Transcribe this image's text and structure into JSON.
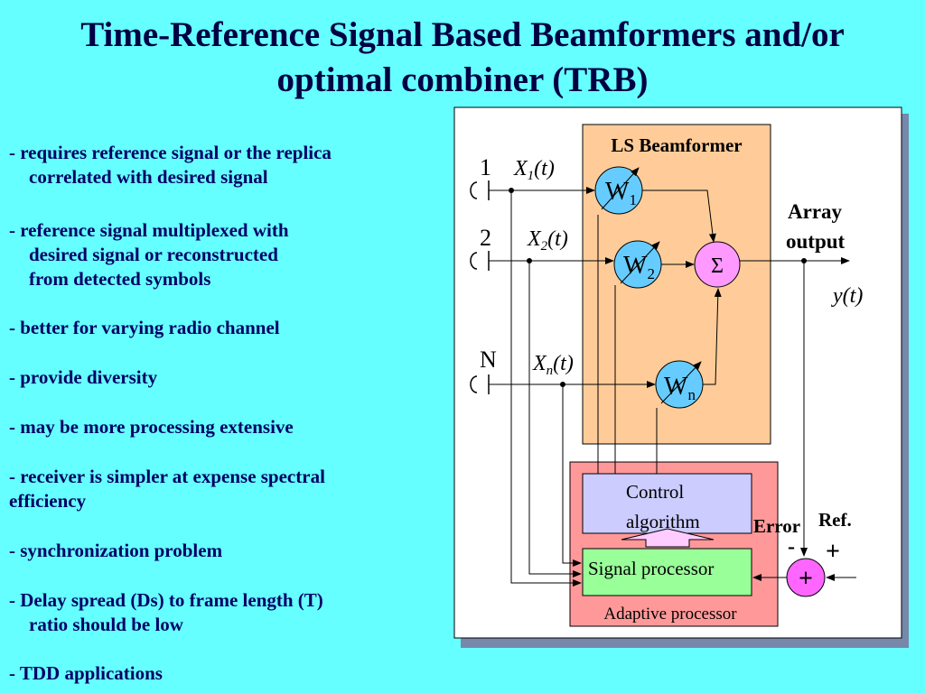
{
  "slide": {
    "title_line1": "Time-Reference Signal Based Beamformers and/or",
    "title_line2": "optimal combiner (TRB)",
    "bullets": [
      {
        "line1": " - requires reference signal or the replica",
        "line2": "   correlated with desired signal"
      },
      {
        "line1": " - reference signal multiplexed with",
        "line2": "   desired signal  or reconstructed",
        "line3": "   from detected symbols"
      },
      {
        "line1": " - better for varying radio channel"
      },
      {
        "line1": " - provide diversity"
      },
      {
        "line1": " - may be more processing extensive"
      },
      {
        "line1": " - receiver is simpler at expense spectral",
        "line2": "efficiency"
      },
      {
        "line1": " - synchronization problem"
      },
      {
        "line1": "- Delay spread (Ds) to frame length (T)",
        "line2": "   ratio  should be low"
      },
      {
        "line1": "- TDD applications"
      }
    ]
  },
  "diagram": {
    "ls_beamformer_label": "LS Beamformer",
    "antenna_labels": [
      "1",
      "2",
      "N"
    ],
    "signal_labels": [
      {
        "main": "X",
        "sub": "1",
        "arg": "(t)"
      },
      {
        "main": "X",
        "sub": "2",
        "arg": "(t)"
      },
      {
        "main": "X",
        "sub": "n",
        "arg": "(t)"
      }
    ],
    "weights": [
      {
        "main": "W",
        "sub": "1"
      },
      {
        "main": "W",
        "sub": "2"
      },
      {
        "main": "W",
        "sub": "n"
      }
    ],
    "sum_symbol": "Σ",
    "array_output_line1": "Array",
    "array_output_line2": "output",
    "output_label": "y(t)",
    "control_algorithm_line1": "Control",
    "control_algorithm_line2": "algorithm",
    "signal_processor_label": "Signal processor",
    "adaptive_processor_label": "Adaptive processor",
    "error_label": "Error",
    "ref_label": "Ref.",
    "minus_sign": "-",
    "plus_sign": "+",
    "adder_symbol": "+"
  },
  "colors": {
    "background": "#66ffff",
    "ls_beamformer_fill": "#ffcc99",
    "adaptive_fill": "#ff9999",
    "control_fill": "#ccccff",
    "signal_processor_fill": "#99ff99",
    "weight_fill": "#66ccff",
    "sum_fill": "#ff99ff",
    "adder_fill": "#ff66ff"
  }
}
